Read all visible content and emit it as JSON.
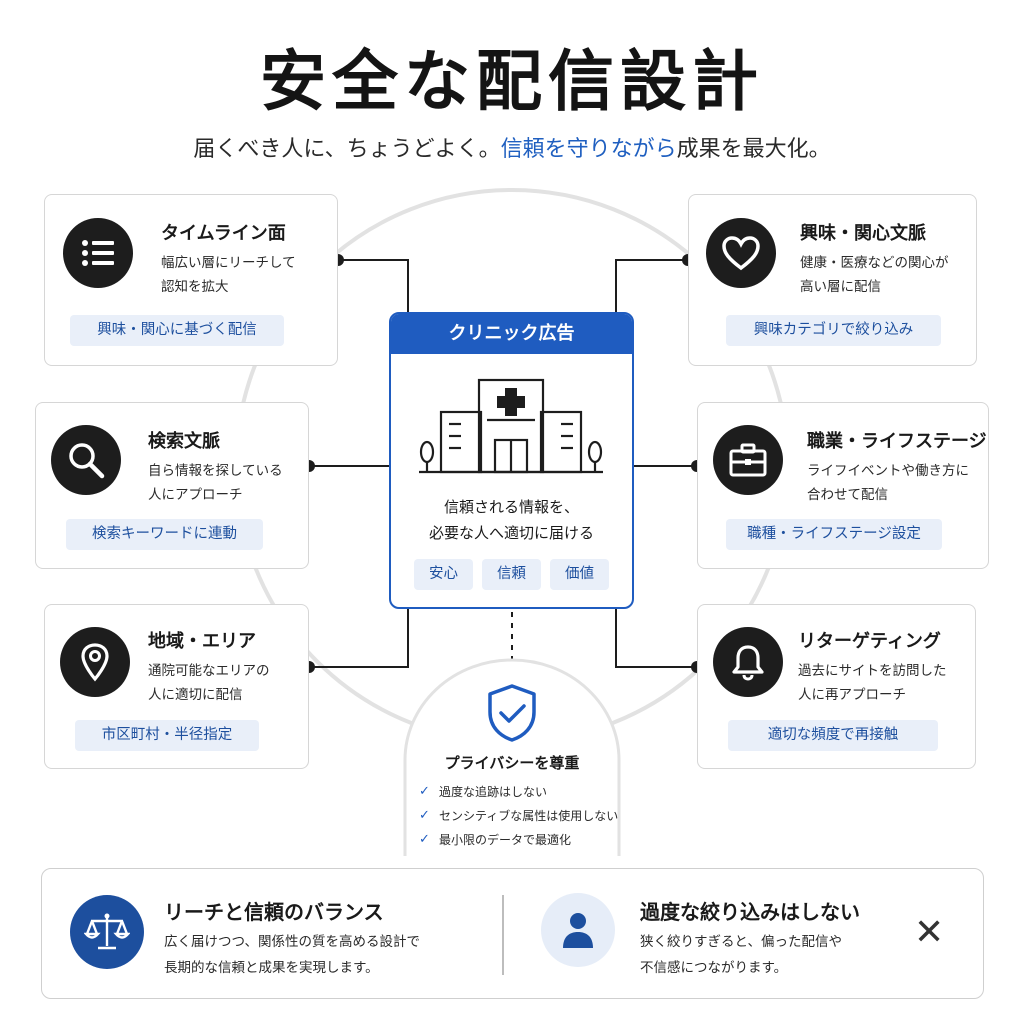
{
  "header": {
    "title": "安全な配信設計",
    "subtitle_pre": "届くべき人に、ちょうどよく。",
    "subtitle_highlight": "信頼を守りながら",
    "subtitle_post": "成果を最大化。"
  },
  "center": {
    "title": "クリニック広告",
    "line1": "信頼される情報を、",
    "line2": "必要な人へ適切に届ける",
    "tags": [
      "安心",
      "信頼",
      "価値"
    ]
  },
  "cards": [
    {
      "title": "タイムライン面",
      "desc1": "幅広い層にリーチして",
      "desc2": "認知を拡大",
      "tag": "興味・関心に基づく配信",
      "icon": "list-icon"
    },
    {
      "title": "興味・関心文脈",
      "desc1": "健康・医療などの関心が",
      "desc2": "高い層に配信",
      "tag": "興味カテゴリで絞り込み",
      "icon": "heart-icon"
    },
    {
      "title": "検索文脈",
      "desc1": "自ら情報を探している",
      "desc2": "人にアプローチ",
      "tag": "検索キーワードに連動",
      "icon": "search-icon"
    },
    {
      "title": "職業・ライフステージ",
      "desc1": "ライフイベントや働き方に",
      "desc2": "合わせて配信",
      "tag": "職種・ライフステージ設定",
      "icon": "briefcase-icon"
    },
    {
      "title": "地域・エリア",
      "desc1": "通院可能なエリアの",
      "desc2": "人に適切に配信",
      "tag": "市区町村・半径指定",
      "icon": "location-pin-icon"
    },
    {
      "title": "リターゲティング",
      "desc1": "過去にサイトを訪問した",
      "desc2": "人に再アプローチ",
      "tag": "適切な頻度で再接触",
      "icon": "bell-icon"
    }
  ],
  "privacy": {
    "title": "プライバシーを尊重",
    "items": [
      "過度な追跡はしない",
      "センシティブな属性は使用しない",
      "最小限のデータで最適化"
    ]
  },
  "bottom": {
    "left_title": "リーチと信頼のバランス",
    "left_desc1": "広く届けつつ、関係性の質を高める設計で",
    "left_desc2": "長期的な信頼と成果を実現します。",
    "right_title": "過度な絞り込みはしない",
    "right_desc1": "狭く絞りすぎると、偏った配信や",
    "right_desc2": "不信感につながります。",
    "x_mark": "✕"
  },
  "colors": {
    "accent": "#1f5cc0",
    "dark": "#1d1d1d",
    "tag_bg": "#e9eff9",
    "tag_text": "#1d4f9e"
  }
}
